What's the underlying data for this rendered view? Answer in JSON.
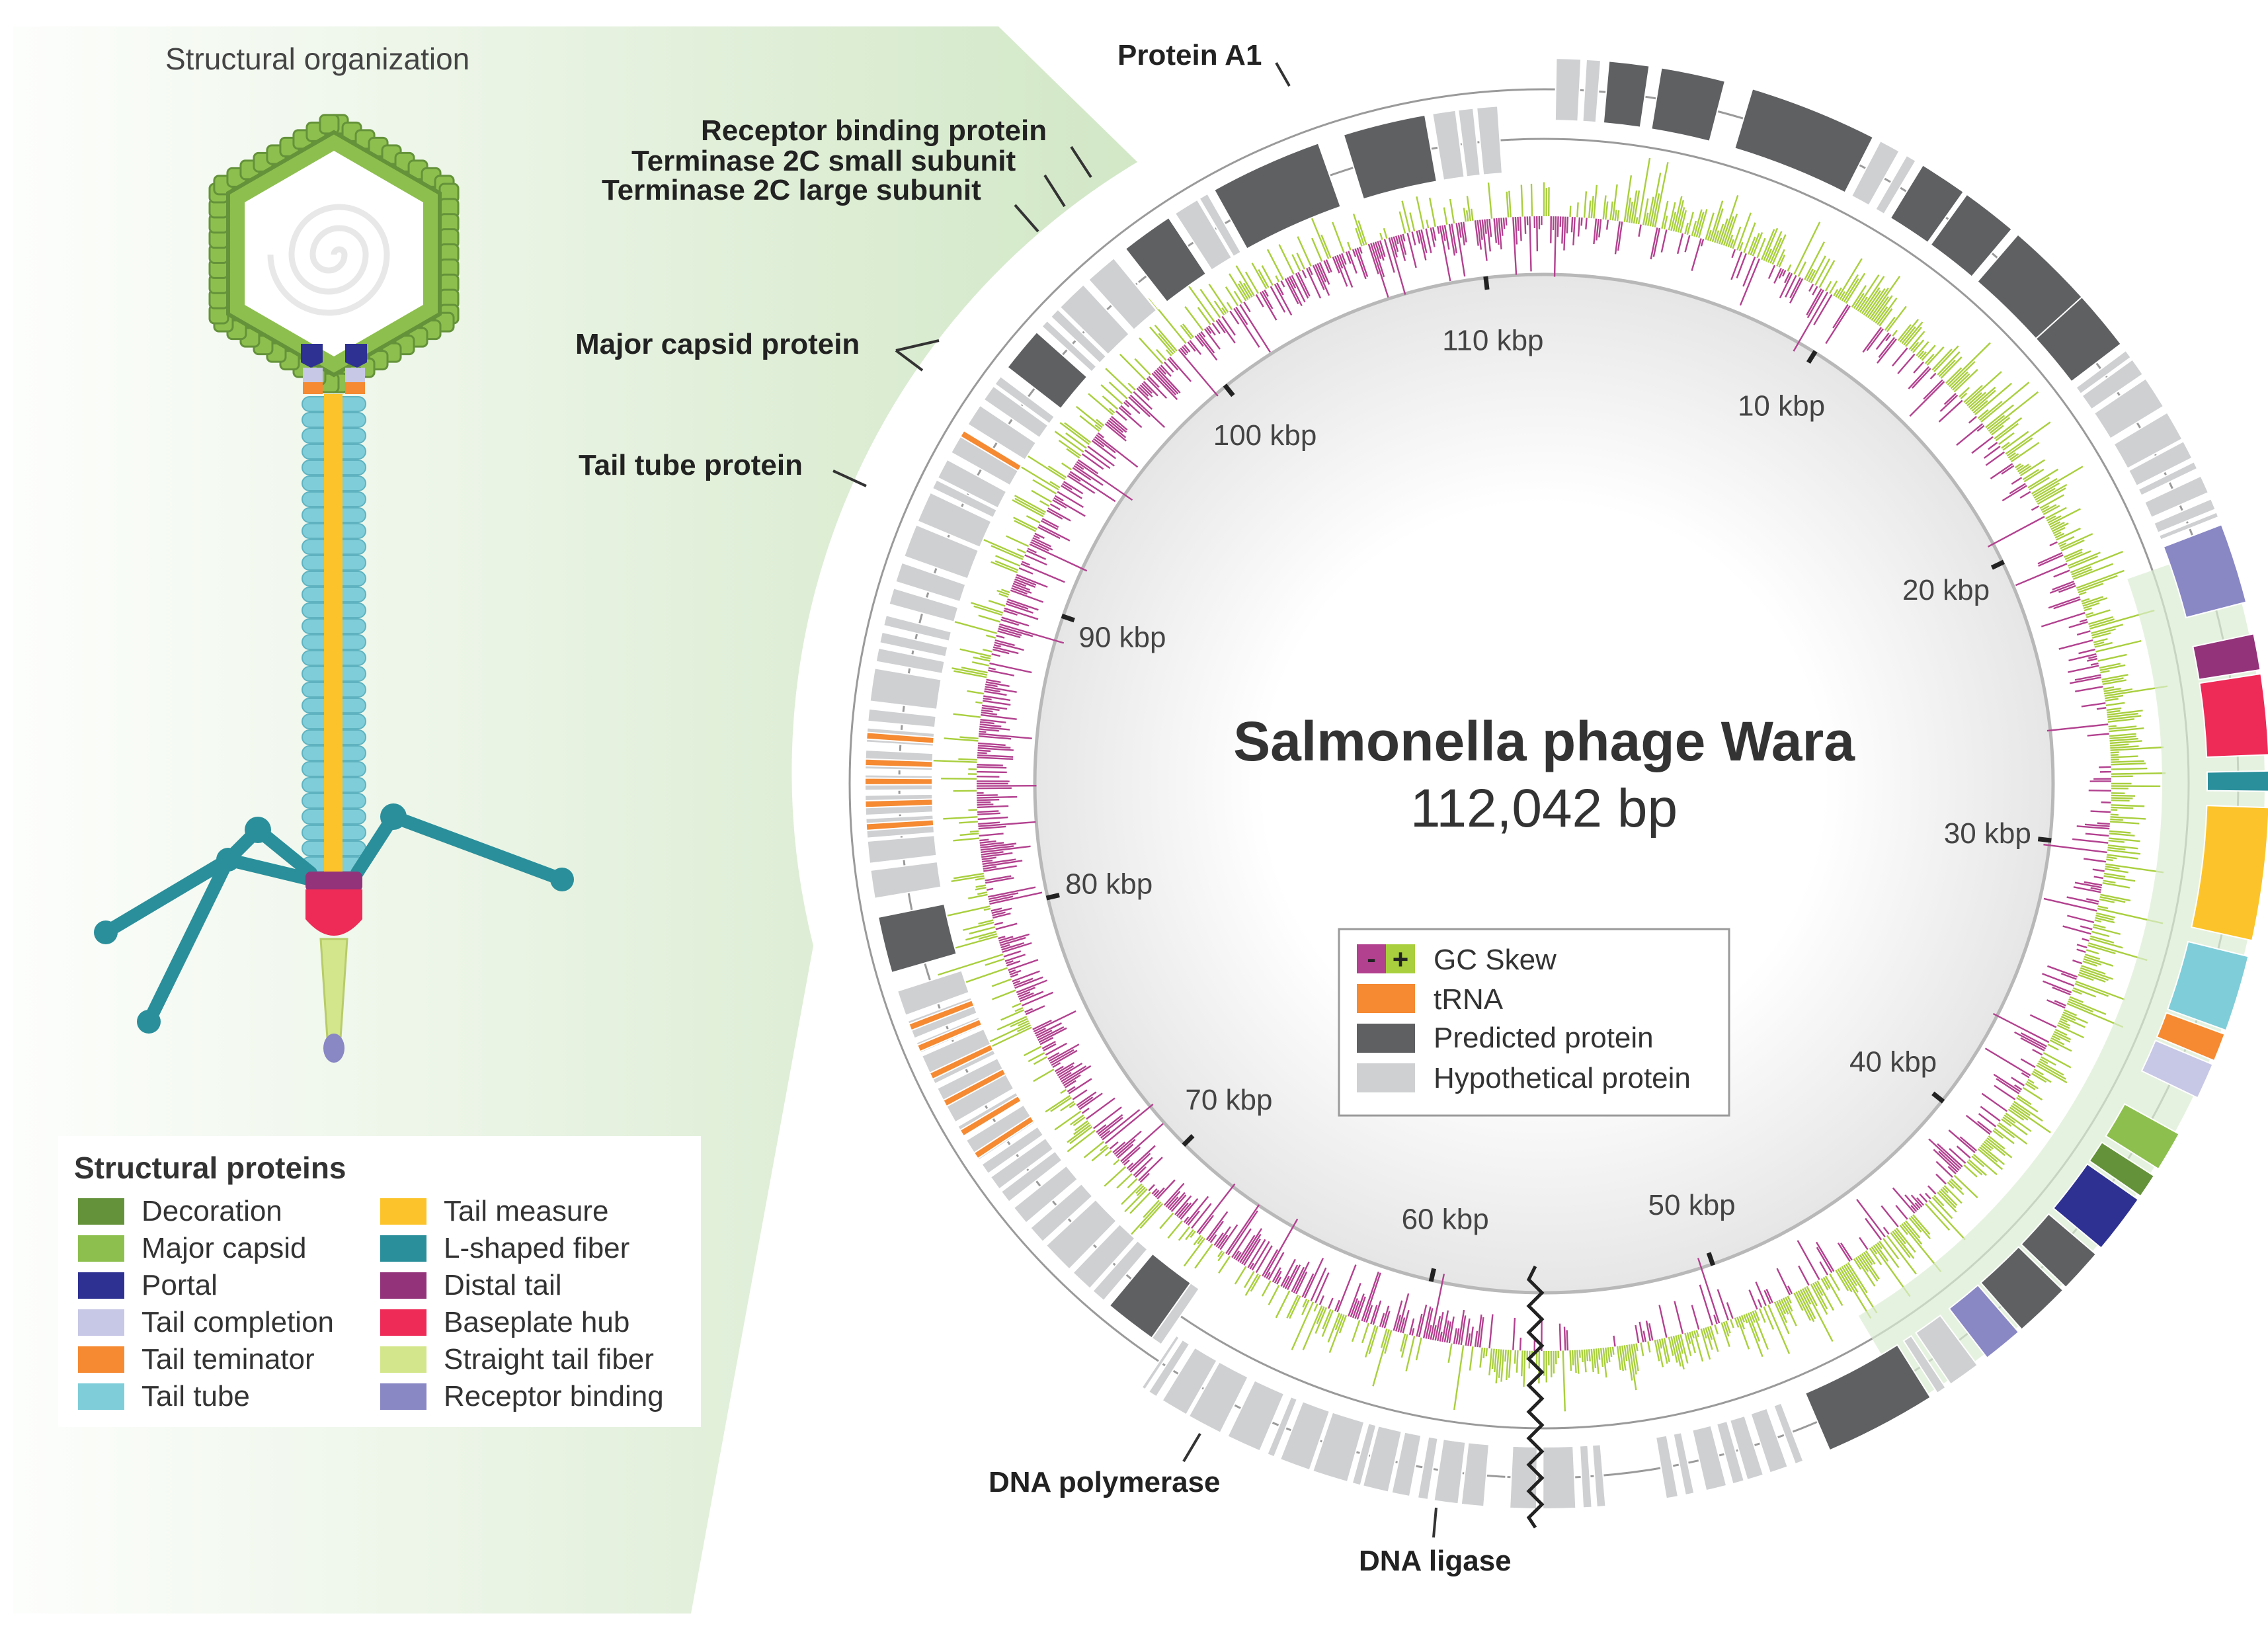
{
  "panel_title": "Structural organization",
  "genome": {
    "title": "Salmonella phage Wara",
    "length_label": "112,042 bp",
    "length_bp": 112042,
    "ticks": [
      {
        "kbp": 10,
        "label": "10 kbp"
      },
      {
        "kbp": 20,
        "label": "20 kbp"
      },
      {
        "kbp": 30,
        "label": "30 kbp"
      },
      {
        "kbp": 40,
        "label": "40 kbp"
      },
      {
        "kbp": 50,
        "label": "50 kbp"
      },
      {
        "kbp": 60,
        "label": "60 kbp"
      },
      {
        "kbp": 70,
        "label": "70 kbp"
      },
      {
        "kbp": 80,
        "label": "80 kbp"
      },
      {
        "kbp": 90,
        "label": "90 kbp"
      },
      {
        "kbp": 100,
        "label": "100 kbp"
      },
      {
        "kbp": 110,
        "label": "110 kbp"
      }
    ]
  },
  "gene_labels": [
    {
      "text": "Protein A1"
    },
    {
      "text": "Receptor binding protein"
    },
    {
      "text": "Terminase 2C small subunit"
    },
    {
      "text": "Terminase 2C large subunit"
    },
    {
      "text": "Major capsid protein"
    },
    {
      "text": "Tail tube protein"
    },
    {
      "text": "DNA polymerase"
    },
    {
      "text": "DNA ligase"
    }
  ],
  "ring_legend": {
    "items": [
      {
        "label": "GC Skew",
        "minus": "-",
        "plus": "+",
        "color_minus": "#b2418f",
        "color_plus": "#a9cf3e"
      },
      {
        "label": "tRNA",
        "color": "#f58a32"
      },
      {
        "label": "Predicted protein",
        "color": "#5f6062"
      },
      {
        "label": "Hypothetical protein",
        "color": "#cfd0d2"
      }
    ]
  },
  "structural_legend": {
    "title": "Structural proteins",
    "items": [
      {
        "label": "Decoration",
        "color": "#64923a"
      },
      {
        "label": "Major capsid",
        "color": "#8dbf4e"
      },
      {
        "label": "Portal",
        "color": "#2e3192"
      },
      {
        "label": "Tail completion",
        "color": "#c7c7e6"
      },
      {
        "label": "Tail teminator",
        "color": "#f58a32"
      },
      {
        "label": "Tail tube",
        "color": "#7fcdd8"
      },
      {
        "label": "Tail measure",
        "color": "#fcc42a"
      },
      {
        "label": "L-shaped fiber",
        "color": "#2a8f9b"
      },
      {
        "label": "Distal tail",
        "color": "#93337a"
      },
      {
        "label": "Baseplate hub",
        "color": "#ee2a57"
      },
      {
        "label": "Straight tail fiber",
        "color": "#d4e68c"
      },
      {
        "label": "Receptor binding",
        "color": "#8987c4"
      }
    ]
  },
  "colors": {
    "gc_plus": "#a9cf3e",
    "gc_minus": "#b2418f",
    "predicted": "#5f6062",
    "hypothetical": "#cfd0d2",
    "trna": "#f58a32",
    "highlight": "#dcedd3"
  }
}
